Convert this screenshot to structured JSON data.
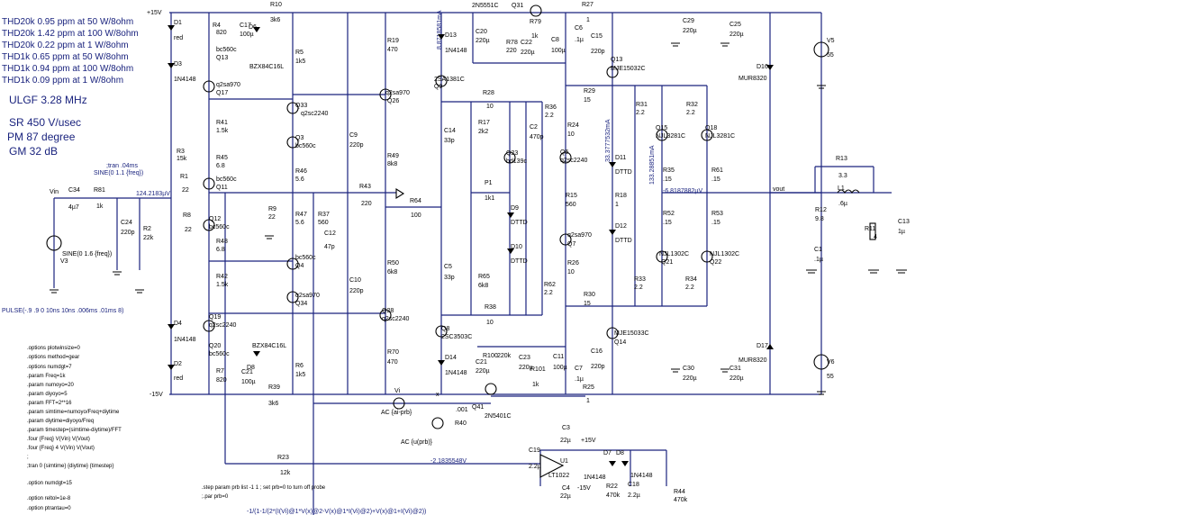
{
  "results": {
    "thd_lines": [
      "THD20k 0.95 ppm at 50 W/8ohm",
      "THD20k 1.42 ppm at 100 W/8ohm",
      "THD20k 0.22 ppm at 1 W/8ohm",
      "THD1k 0.65 ppm at 50 W/8ohm",
      "THD1k 0.94 ppm at 100 W/8ohm",
      "THD1k 0.09 ppm at 1 W/8ohm"
    ],
    "ulgf": "ULGF 3.28 MHz",
    "sr": "SR 450 V/usec",
    "pm": "PM  87 degree",
    "gm": "GM  32 dB"
  },
  "rails": {
    "pos": "+15V",
    "neg": "-15V",
    "pos2": "+15V",
    "neg2": "-15V"
  },
  "directives": {
    "tran_comment": ";tran .04ms",
    "sine_small": "SINE(0 1.1 {freq})",
    "sine_src": "SINE(0 1.6 {freq})",
    "pulse": "PULSE(-.9 .9 0 10ns 10ns .006ms .01ms 8)",
    "options": [
      ".options plotwinsize=0",
      ".options method=gear",
      ".options numdgt=7",
      ".param Freq=1k",
      ".param numoyo=20",
      ".param diyoyo=5",
      ".param FFT=2**16",
      ".param simtime=numoyo/Freq+diytime",
      ".param diytime=diyoyo/Freq",
      ".param timestep=(simtime-diytime)/FFT",
      ".four {Freq} V(Vin) V(Vout)",
      ".four {Freq} 4 V(Vin) V(Vout)",
      ";",
      ";tran 0 {simtime} {diytime} {timestep}",
      "",
      ".option numdgt=15",
      "",
      ".option reltol=1e-8",
      ".option ptrantau=0"
    ],
    "step": ".step param prb list -1 1 ; set prb=0 to turn off probe",
    "par": ";.par prb=0",
    "expr": "-1/(1-1/(2*(I(Vi)@1*V(x)@2-V(x)@1*I(Vi)@2)+V(x)@1+I(Vi)@2))"
  },
  "nets": {
    "vin": "Vin",
    "vout": "vout",
    "v_in_node": "124.2183µV",
    "v_out_node": "-6.8187882µV",
    "v_servo": "-2.1835548V",
    "cur_1": "8.8718581mA",
    "cur_2": "33.3777532mA",
    "cur_3": "133.28851mA",
    "node_x": "x",
    "probe_vi": "Vi",
    "ac_vi": "AC {ai-prb}",
    "ac_u": "AC {u(prb)}"
  },
  "components": {
    "D1": [
      "D1",
      "red"
    ],
    "R4": [
      "R4",
      "820"
    ],
    "C17": [
      "C17",
      "100µ"
    ],
    "D6": [
      "D6"
    ],
    "R10": [
      "R10",
      "3k6"
    ],
    "Q13": [
      "bc560c",
      "Q13"
    ],
    "BZX1": [
      "BZX84C16L"
    ],
    "D3": [
      "D3",
      "1N4148"
    ],
    "Q17": [
      "q2sa970",
      "Q17"
    ],
    "R5": [
      "R5",
      "1k5"
    ],
    "R19": [
      "R19",
      "470"
    ],
    "D13": [
      "D13",
      "1N4148"
    ],
    "Q31": [
      "2N5551C",
      "Q31"
    ],
    "R79": [
      "R79",
      "1k"
    ],
    "C20": [
      "C20",
      "220µ"
    ],
    "R78": [
      "R78",
      "220"
    ],
    "C22": [
      "C22",
      "220µ"
    ],
    "C8": [
      "C8",
      "100µ"
    ],
    "R27": [
      "R27",
      "1"
    ],
    "C6": [
      "C6",
      ".1µ"
    ],
    "C15": [
      "C15",
      "220p"
    ],
    "C29": [
      "C29",
      "220µ"
    ],
    "C25": [
      "C25",
      "220µ"
    ],
    "V5": [
      "V5",
      "55"
    ],
    "D16": [
      "D16",
      "MUR8320"
    ],
    "Q33": [
      "Q33",
      "q2sc2240"
    ],
    "R41": [
      "R41",
      "1.5k"
    ],
    "Q3": [
      "Q3",
      "bc560c"
    ],
    "Q26": [
      "q2sa970",
      "Q26"
    ],
    "Q9": [
      "2SA1381C",
      "Q9"
    ],
    "R28": [
      "R28",
      "10"
    ],
    "R17": [
      "R17",
      "2k2"
    ],
    "R36": [
      "R36",
      "2.2"
    ],
    "C2": [
      "C2",
      "470p"
    ],
    "R29": [
      "R29",
      "15"
    ],
    "Q13b": [
      "Q13",
      "MJE15032C"
    ],
    "R31": [
      "R31",
      "2.2"
    ],
    "R32": [
      "R32",
      "2.2"
    ],
    "Q15": [
      "Q15",
      "NJL3281C"
    ],
    "Q18": [
      "Q18",
      "NJL3281C"
    ],
    "R3": [
      "R3",
      "15k"
    ],
    "R45": [
      "R45",
      "6.8"
    ],
    "R46": [
      "R46",
      "5.6"
    ],
    "C9": [
      "C9",
      "220p"
    ],
    "R49": [
      "R49",
      "8k8"
    ],
    "C14": [
      "C14",
      "33p"
    ],
    "Q23": [
      "Q23",
      "bd139c"
    ],
    "R24": [
      "R24",
      "10"
    ],
    "Q5": [
      "Q5",
      "q2sc2240"
    ],
    "D11": [
      "D11",
      "DTTD"
    ],
    "R35": [
      "R35",
      ".15"
    ],
    "R61": [
      "R61",
      ".15"
    ],
    "R13": [
      "R13",
      "3.3"
    ],
    "R1": [
      "R1",
      "22"
    ],
    "Q11": [
      "bc560c",
      "Q11"
    ],
    "R43": [
      "R43",
      "220"
    ],
    "R64": [
      "R64",
      "100"
    ],
    "C34": [
      "C34",
      "4µ7"
    ],
    "R81": [
      "R81",
      "1k"
    ],
    "P1": [
      "P1",
      "1k1"
    ],
    "R15": [
      "R15",
      "560"
    ],
    "R18": [
      "R18",
      "1"
    ],
    "L1": [
      "L1",
      ".6µ"
    ],
    "R12": [
      "R12",
      "9.8"
    ],
    "R11": [
      "R11",
      "4"
    ],
    "C13": [
      "C13",
      "1µ"
    ],
    "R9": [
      "R9",
      "22"
    ],
    "R47": [
      "R47",
      "5.6"
    ],
    "R37": [
      "R37",
      "560"
    ],
    "D9": [
      "D9",
      "DTTD"
    ],
    "C24": [
      "C24",
      "220p"
    ],
    "R2": [
      "R2",
      "22k"
    ],
    "R8": [
      "R8",
      "22"
    ],
    "Q12": [
      "Q12",
      "bc560c"
    ],
    "C12": [
      "C12",
      "47p"
    ],
    "R48": [
      "R48",
      "6.8"
    ],
    "Q4": [
      "bc560c",
      "Q4"
    ],
    "R50": [
      "R50",
      "6k8"
    ],
    "C5": [
      "C5",
      "33p"
    ],
    "D10": [
      "D10",
      "DTTD"
    ],
    "Q7": [
      "q2sa970",
      "Q7"
    ],
    "D12": [
      "D12",
      "DTTD"
    ],
    "R52": [
      "R52",
      ".15"
    ],
    "R53": [
      "R53",
      ".15"
    ],
    "C1": [
      "C1",
      ".1µ"
    ],
    "V3": [
      "V3"
    ],
    "R42": [
      "R42",
      "1.5k"
    ],
    "Q34": [
      "q2sa970",
      "Q34"
    ],
    "R65": [
      "R65",
      "6k8"
    ],
    "R26": [
      "R26",
      "10"
    ],
    "Q21": [
      "NJL1302C",
      "Q21"
    ],
    "Q22": [
      "NJL1302C",
      "Q22"
    ],
    "C10": [
      "C10",
      "220p"
    ],
    "R62": [
      "R62",
      "2.2"
    ],
    "R33": [
      "R33",
      "2.2"
    ],
    "R34": [
      "R34",
      "2.2"
    ],
    "R38": [
      "R38",
      "10"
    ],
    "R30": [
      "R30",
      "15"
    ],
    "D4": [
      "D4",
      "1N4148"
    ],
    "Q19": [
      "Q19",
      "q2sc2240"
    ],
    "Q28": [
      "Q28",
      "q2sc2240"
    ],
    "Q8": [
      "Q8",
      "2SC3503C"
    ],
    "Q14": [
      "MJE15033C",
      "Q14"
    ],
    "Q20": [
      "Q20",
      "bc560c"
    ],
    "BZX2": [
      "BZX84C16L"
    ],
    "R100": [
      "R100",
      "220k"
    ],
    "C23": [
      "C23",
      "220µ"
    ],
    "R101": [
      "R101",
      "1k"
    ],
    "C11": [
      "C11",
      "100µ"
    ],
    "C16": [
      "C16",
      "220p"
    ],
    "D17": [
      "D17",
      "MUR8320"
    ],
    "D2": [
      "D2",
      "red"
    ],
    "R7": [
      "R7",
      "820"
    ],
    "D8": [
      "D8"
    ],
    "C21": [
      "C21",
      "100µ"
    ],
    "R6": [
      "R6",
      "1k5"
    ],
    "R70": [
      "R70",
      "470"
    ],
    "D14": [
      "D14",
      "1N4148"
    ],
    "C21b": [
      "C21",
      "220µ"
    ],
    "C7": [
      "C7",
      ".1µ"
    ],
    "C30": [
      "C30",
      "220µ"
    ],
    "C31": [
      "C31",
      "220µ"
    ],
    "V6": [
      "V6",
      "55"
    ],
    "R39": [
      "R39",
      "3k6"
    ],
    "R25": [
      "R25",
      "1"
    ],
    "Q41": [
      "Q41",
      "2N5401C"
    ],
    "R40": [
      "R40",
      "R40"
    ],
    "R_001": [
      ".001"
    ],
    "R23": [
      "R23",
      "12k"
    ],
    "C19": [
      "C19",
      "2.2µ"
    ],
    "U1": [
      "U1",
      "LT1022"
    ],
    "C3": [
      "C3",
      "22µ"
    ],
    "C4": [
      "C4",
      "22µ"
    ],
    "D7": [
      "D7",
      "1N4148"
    ],
    "D8b": [
      "D8",
      "1N4148"
    ],
    "R22": [
      "R22",
      "470k"
    ],
    "C18": [
      "C18",
      "2.2µ"
    ],
    "R44": [
      "R44",
      "470k"
    ]
  }
}
